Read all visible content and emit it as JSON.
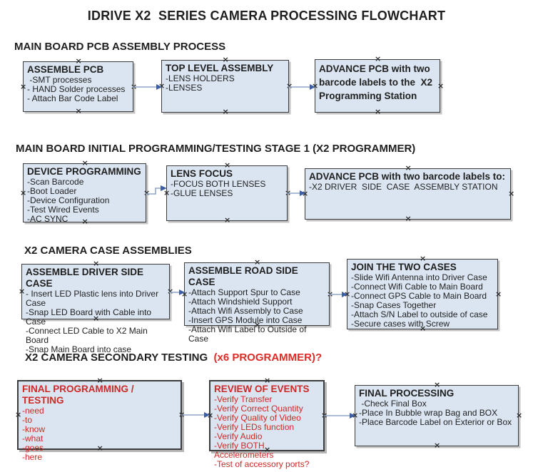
{
  "title": "IDRIVE X2  SERIES CAMERA PROCESSING FLOWCHART",
  "colors": {
    "box_fill": "#dbe5f1",
    "box_border": "#3c3c3c",
    "arrow_line": "#90a6c6",
    "arrow_head": "#3d5fa6",
    "red_text": "#cc2a26",
    "red_header": "#df2b26",
    "black_text": "#1f1f1f"
  },
  "sections": [
    {
      "header": "MAIN BOARD PCB ASSEMBLY PROCESS",
      "header_suffix": "",
      "boxes": [
        {
          "title": "ASSEMBLE PCB",
          "items": [
            " -SMT processes",
            "- HAND Solder processes",
            "- Attach Bar Code Label"
          ]
        },
        {
          "title": "TOP LEVEL ASSEMBLY",
          "items": [
            "-LENS HOLDERS",
            "-LENSES"
          ]
        },
        {
          "title": "ADVANCE PCB with two barcode labels to the  X2 Programming Station",
          "items": []
        }
      ]
    },
    {
      "header": "MAIN BOARD INITIAL PROGRAMMING/TESTING STAGE 1 (X2 PROGRAMMER)",
      "header_suffix": "",
      "boxes": [
        {
          "title": "DEVICE PROGRAMMING",
          "items": [
            "-Scan Barcode",
            "-Boot Loader",
            "-Device Configuration",
            "-Test Wired Events",
            "-AC SYNC"
          ]
        },
        {
          "title": "LENS FOCUS",
          "items": [
            "-FOCUS BOTH LENSES",
            "-GLUE LENSES"
          ]
        },
        {
          "title": "ADVANCE PCB with two barcode labels to:",
          "items": [
            "-X2 DRIVER  SIDE  CASE  ASSEMBLY STATION"
          ]
        }
      ]
    },
    {
      "header": "X2 CAMERA CASE ASSEMBLIES",
      "header_suffix": "",
      "boxes": [
        {
          "title": "ASSEMBLE DRIVER SIDE CASE",
          "items": [
            "- Insert LED Plastic lens into Driver Case",
            "-Snap LED Board with Cable into Case",
            "-Connect LED Cable to X2 Main Board",
            "-Snap Main Board into case"
          ]
        },
        {
          "title": "ASSEMBLE ROAD SIDE CASE",
          "items": [
            "-Attach Support Spur to Case",
            "-Attach Windshield Support",
            "-Attach Wifi Assembly to Case",
            "-Insert GPS Module into Case",
            "-Attach Wifi Label to Outside of Case"
          ]
        },
        {
          "title": "JOIN THE TWO CASES",
          "items": [
            "-Slide Wifi Antenna into Driver Case",
            "-Connect Wifi Cable to Main Board",
            "-Connect GPS Cable to Main Board",
            "-Snap Cases Together",
            "-Attach S/N Label to outside of case",
            "-Secure cases with Screw"
          ]
        }
      ]
    },
    {
      "header": "X2 CAMERA SECONDARY TESTING ",
      "header_suffix": " (x6 PROGRAMMER)?",
      "boxes": [
        {
          "title": "FINAL PROGRAMMING / TESTING",
          "items": [
            "-need",
            "-to",
            "-know",
            "-what",
            "-goes",
            "-here"
          ]
        },
        {
          "title": "REVIEW OF EVENTS",
          "items": [
            "-Verify Transfer",
            "-Verify Correct Quantity",
            "-Verify Quality of Video",
            "-Verify LEDs function",
            "-Verify Audio",
            "-Verify BOTH Accelerometers",
            "-Test of accessory ports?"
          ]
        },
        {
          "title": "FINAL PROCESSING",
          "items": [
            " -Check Final Box",
            "-Place In Bubble wrap Bag and BOX",
            "-Place Barcode Label on Exterior or Box"
          ]
        }
      ]
    }
  ]
}
